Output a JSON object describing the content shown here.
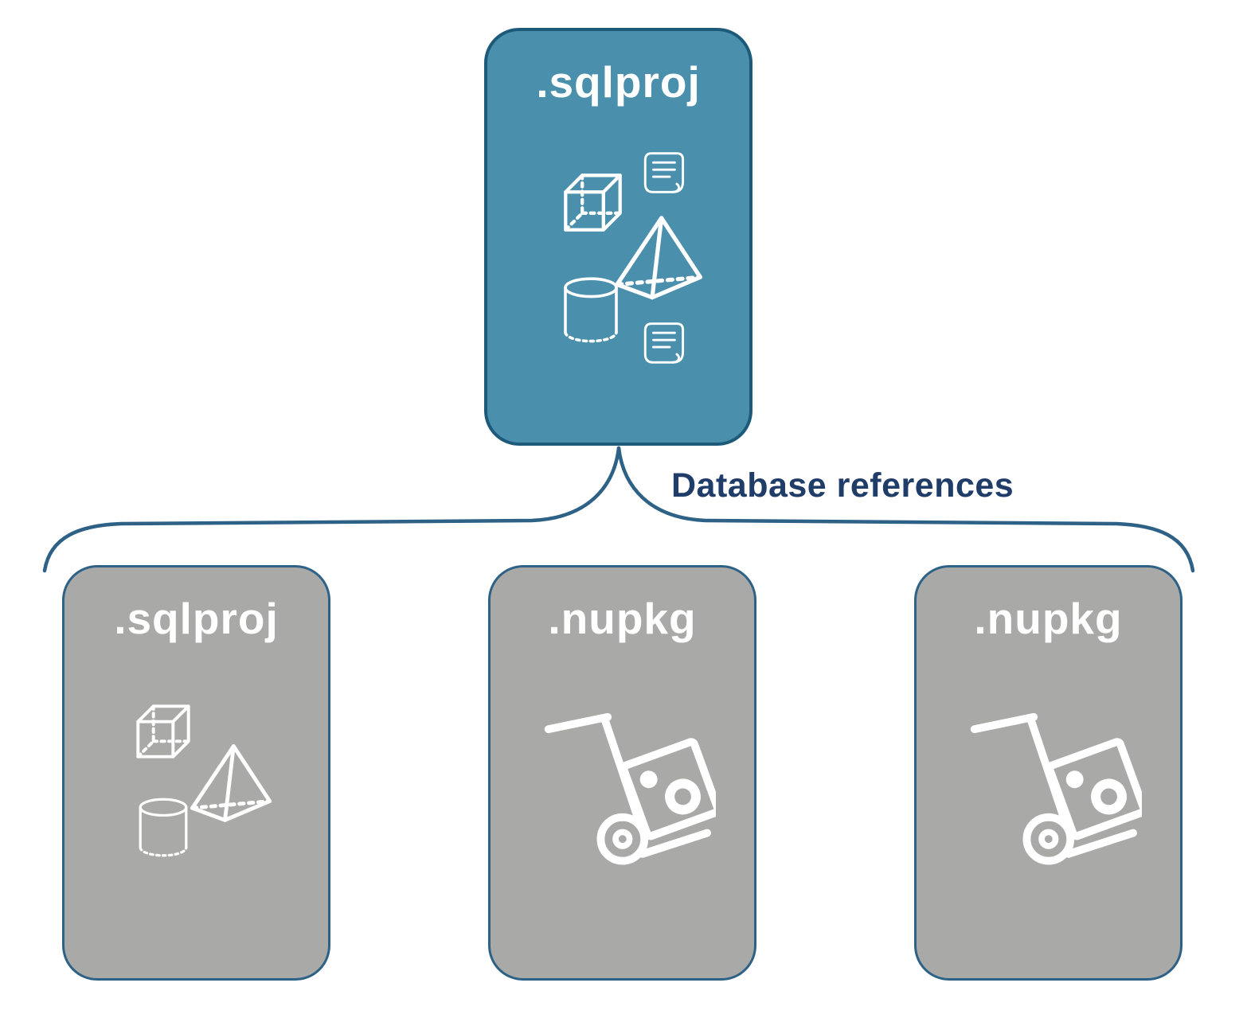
{
  "diagram": {
    "root": {
      "label": ".sqlproj",
      "icons": [
        "cube-icon",
        "script-scroll-icon",
        "pyramid-icon",
        "database-cylinder-icon",
        "script-scroll-icon"
      ]
    },
    "edge_label": "Database references",
    "children": [
      {
        "label": ".sqlproj",
        "icons": [
          "cube-icon",
          "pyramid-icon",
          "database-cylinder-icon"
        ]
      },
      {
        "label": ".nupkg",
        "icons": [
          "package-dolly-icon"
        ]
      },
      {
        "label": ".nupkg",
        "icons": [
          "package-dolly-icon"
        ]
      }
    ],
    "colors": {
      "root_fill": "#4a90ad",
      "root_border": "#1d5a7a",
      "child_fill": "#a9a9a8",
      "child_border": "#2d6186",
      "edge_stroke": "#2d6186",
      "edge_label_text": "#1f3d68",
      "node_label_text": "#ffffff",
      "icon_stroke": "#ffffff"
    }
  }
}
